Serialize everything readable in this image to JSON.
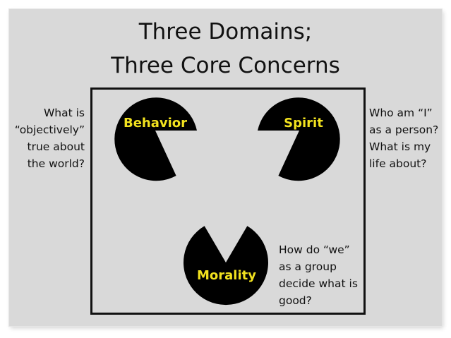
{
  "title": {
    "line1": "Three Domains;",
    "line2": "Three Core Concerns"
  },
  "domains": {
    "behavior": {
      "label": "Behavior",
      "question": [
        "What is",
        "“objectively”",
        "true about",
        "the world?"
      ]
    },
    "spirit": {
      "label": "Spirit",
      "question": [
        "Who am “I”",
        "as a person?",
        "What is my",
        "life about?"
      ]
    },
    "morality": {
      "label": "Morality",
      "question": [
        "How do “we”",
        "as a group",
        "decide what is",
        "good?"
      ]
    }
  },
  "colors": {
    "background": "#d9d9d9",
    "shape": "#000000",
    "label": "#f2e21f",
    "text": "#111111"
  }
}
